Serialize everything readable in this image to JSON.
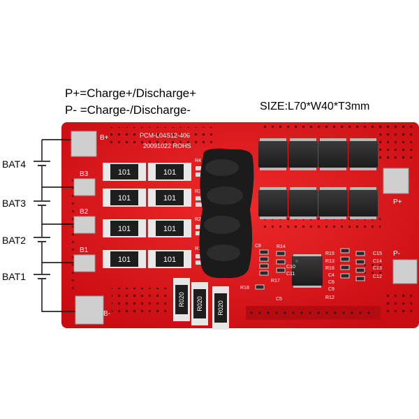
{
  "annotations": {
    "line1": "P+=Charge+/Discharge+",
    "line2": "P- =Charge-/Discharge-",
    "size": "SIZE:L70*W40*T3mm"
  },
  "battery_labels": [
    "BAT4",
    "BAT3",
    "BAT2",
    "BAT1"
  ],
  "board": {
    "model": "PCM-L04S12-406",
    "date_code": "20091022 ROHS",
    "pad_labels": [
      "B+",
      "B3",
      "B2",
      "B1",
      "B-",
      "P+",
      "P-"
    ],
    "resistor_code": "101",
    "sense_code": "R020",
    "ref_designators": [
      "R4",
      "R3",
      "R2",
      "R1",
      "R14",
      "R15",
      "R13",
      "R16",
      "C4",
      "C5",
      "C6",
      "C8",
      "C9",
      "C10",
      "C11",
      "C12",
      "C13",
      "C14",
      "C15",
      "R12",
      "R17",
      "R18"
    ],
    "colors": {
      "pcb": "#e0151c",
      "silk": "#ffffff",
      "pad": "#c8c8c8",
      "chip": "#2b2b2b"
    }
  }
}
